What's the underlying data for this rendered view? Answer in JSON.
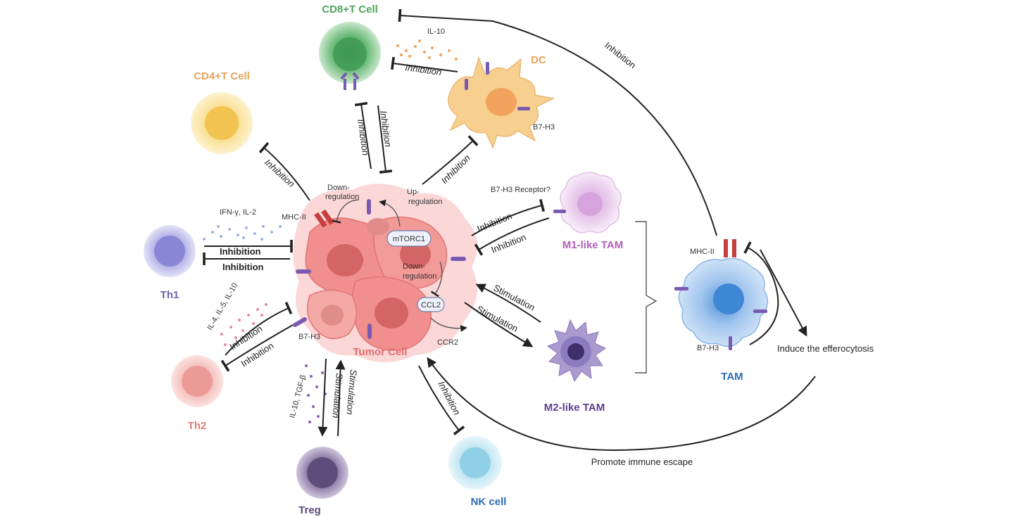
{
  "cells": {
    "cd8": "CD8+T Cell",
    "cd4": "CD4+T Cell",
    "dc": "DC",
    "th1": "Th1",
    "th2": "Th2",
    "treg": "Treg",
    "nk": "NK cell",
    "tumor": "Tumor Cell",
    "m1": "M1-like TAM",
    "m2": "M2-like TAM",
    "tam": "TAM"
  },
  "molecules": {
    "il10": "IL-10",
    "b7h3_dc": "B7-H3",
    "b7h3_receptor": "B7-H3 Receptor?",
    "mhc2_tumor": "MHC-II",
    "ifn": "IFN-γ, IL-2",
    "il4": "IL-4, IL-5, IL-10",
    "b7h3_tumor": "B7-H3",
    "il10_tgf": "IL-10, TGF-β",
    "mtorc1": "mTORC1",
    "ccl2": "CCL2",
    "ccr2": "CCR2",
    "mhc2_tam": "MHC-II",
    "b7h3_tam": "B7-H3"
  },
  "relations": {
    "inhibition": "Inhibition",
    "stimulation": "Stimulation",
    "down_regulation_1": "Down-",
    "down_regulation_2": "regulation",
    "up_regulation_1": "Up-",
    "up_regulation_2": "regulation",
    "efferocytosis": "Induce the efferocytosis",
    "immune_escape": "Promote immune escape"
  },
  "colors": {
    "cd8": "#4fa35c",
    "cd4": "#e8a25a",
    "dc": "#e8a25a",
    "th1": "#6e62b0",
    "th2": "#e07a78",
    "treg": "#5e4c7a",
    "nk": "#2f6db5",
    "tumor": "#e26b6b",
    "m1": "#b35fb8",
    "m2": "#5b3e8c",
    "tam": "#2f6db5"
  }
}
